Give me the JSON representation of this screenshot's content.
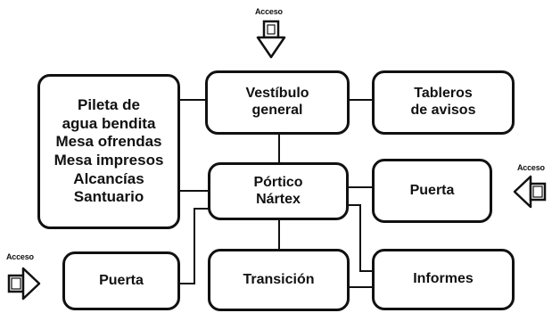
{
  "diagram": {
    "nodes": {
      "pileta": {
        "lines": [
          "Pileta de",
          "agua bendita",
          "Mesa ofrendas",
          "Mesa impresos",
          "Alcancías",
          "Santuario"
        ]
      },
      "vestibulo": {
        "lines": [
          "Vestíbulo",
          "general"
        ]
      },
      "tableros": {
        "lines": [
          "Tableros",
          "de avisos"
        ]
      },
      "portico": {
        "lines": [
          "Pórtico",
          "Nártex"
        ]
      },
      "puerta_right": {
        "lines": [
          "Puerta"
        ]
      },
      "puerta_left": {
        "lines": [
          "Puerta"
        ]
      },
      "transicion": {
        "lines": [
          "Transición"
        ]
      },
      "informes": {
        "lines": [
          "Informes"
        ]
      }
    },
    "access_labels": {
      "top": "Acceso",
      "right": "Acceso",
      "left": "Acceso"
    }
  }
}
